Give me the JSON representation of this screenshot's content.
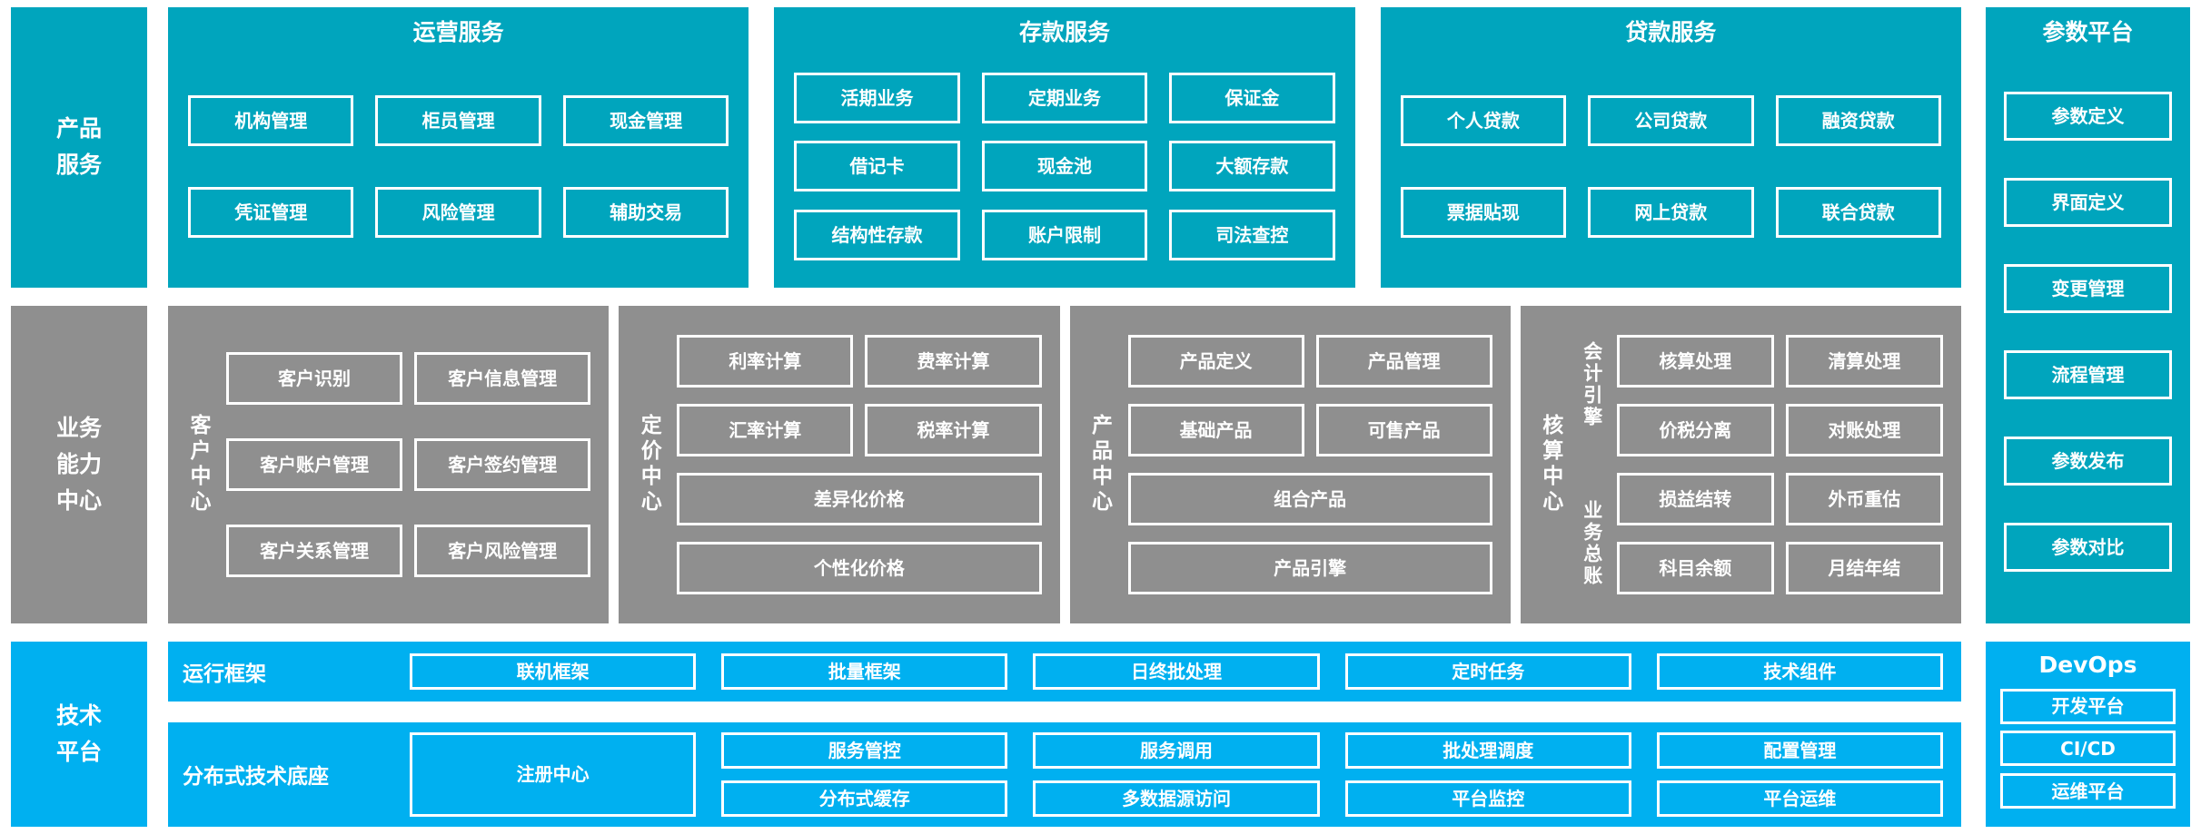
{
  "colors": {
    "teal": "#00a5bd",
    "gray": "#8f8f8f",
    "blue": "#00b0f0"
  },
  "left_labels": {
    "product": "产品\n服务",
    "business": "业务\n能力\n中心",
    "tech": "技术\n平台"
  },
  "operations": {
    "title": "运营服务",
    "items": [
      "机构管理",
      "柜员管理",
      "现金管理",
      "凭证管理",
      "风险管理",
      "辅助交易"
    ]
  },
  "deposits": {
    "title": "存款服务",
    "items": [
      "活期业务",
      "定期业务",
      "保证金",
      "借记卡",
      "现金池",
      "大额存款",
      "结构性存款",
      "账户限制",
      "司法查控"
    ]
  },
  "loans": {
    "title": "贷款服务",
    "items": [
      "个人贷款",
      "公司贷款",
      "融资贷款",
      "票据贴现",
      "网上贷款",
      "联合贷款"
    ]
  },
  "params": {
    "title": "参数平台",
    "items": [
      "参数定义",
      "界面定义",
      "变更管理",
      "流程管理",
      "参数发布",
      "参数对比"
    ]
  },
  "customer": {
    "label": "客户中心",
    "items": [
      "客户识别",
      "客户信息管理",
      "客户账户管理",
      "客户签约管理",
      "客户关系管理",
      "客户风险管理"
    ]
  },
  "pricing": {
    "label": "定价中心",
    "grid": [
      "利率计算",
      "费率计算",
      "汇率计算",
      "税率计算"
    ],
    "wide": [
      "差异化价格",
      "个性化价格"
    ]
  },
  "product_center": {
    "label": "产品中心",
    "grid": [
      "产品定义",
      "产品管理",
      "基础产品",
      "可售产品"
    ],
    "wide": [
      "组合产品",
      "产品引擎"
    ]
  },
  "accounting": {
    "label": "核算中心",
    "sub_labels": [
      "会计引擎",
      "业务总账"
    ],
    "items": [
      "核算处理",
      "清算处理",
      "价税分离",
      "对账处理",
      "损益结转",
      "外币重估",
      "科目余额",
      "月结年结"
    ]
  },
  "runtime": {
    "label": "运行框架",
    "items": [
      "联机框架",
      "批量框架",
      "日终批处理",
      "定时任务",
      "技术组件"
    ]
  },
  "distributed": {
    "label": "分布式技术底座",
    "registry": "注册中心",
    "row1": [
      "服务管控",
      "服务调用",
      "批处理调度",
      "配置管理"
    ],
    "row2": [
      "分布式缓存",
      "多数据源访问",
      "平台监控",
      "平台运维"
    ]
  },
  "devops": {
    "title": "DevOps",
    "items": [
      "开发平台",
      "CI/CD",
      "运维平台"
    ]
  }
}
